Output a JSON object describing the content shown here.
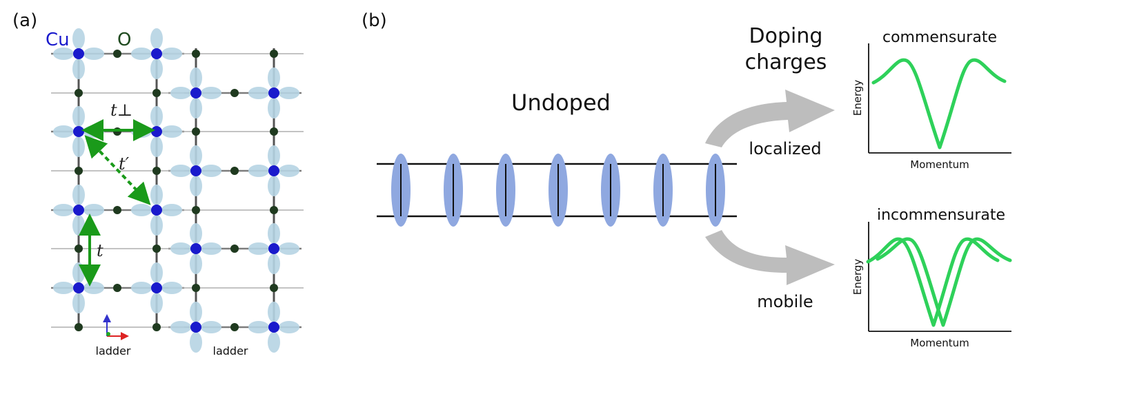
{
  "panel_a": {
    "label": "(a)",
    "legend_cu": "Cu",
    "legend_o": "O",
    "hop_t": "t",
    "hop_t_perp": "t⊥",
    "hop_t_prime": "t′",
    "ladder_labels": [
      "ladder",
      "ladder"
    ],
    "colors": {
      "cu": "#1a1acc",
      "o": "#1f3a1f",
      "orbital": "#b6d4e3",
      "hopping_arrow": "#1a9a1a"
    }
  },
  "panel_b": {
    "label": "(b)",
    "undoped_label": "Undoped",
    "doping_title_line1": "Doping",
    "doping_title_line2": "charges",
    "branch_localized": "localized",
    "branch_mobile": "mobile",
    "colors": {
      "rung_blob": "#8fa8e0",
      "branch_arrow": "#bdbdbd",
      "band": "#2ed15a"
    },
    "plots": [
      {
        "title": "commensurate",
        "ylabel": "Energy",
        "xlabel": "Momentum"
      },
      {
        "title": "incommensurate",
        "ylabel": "Energy",
        "xlabel": "Momentum"
      }
    ]
  }
}
